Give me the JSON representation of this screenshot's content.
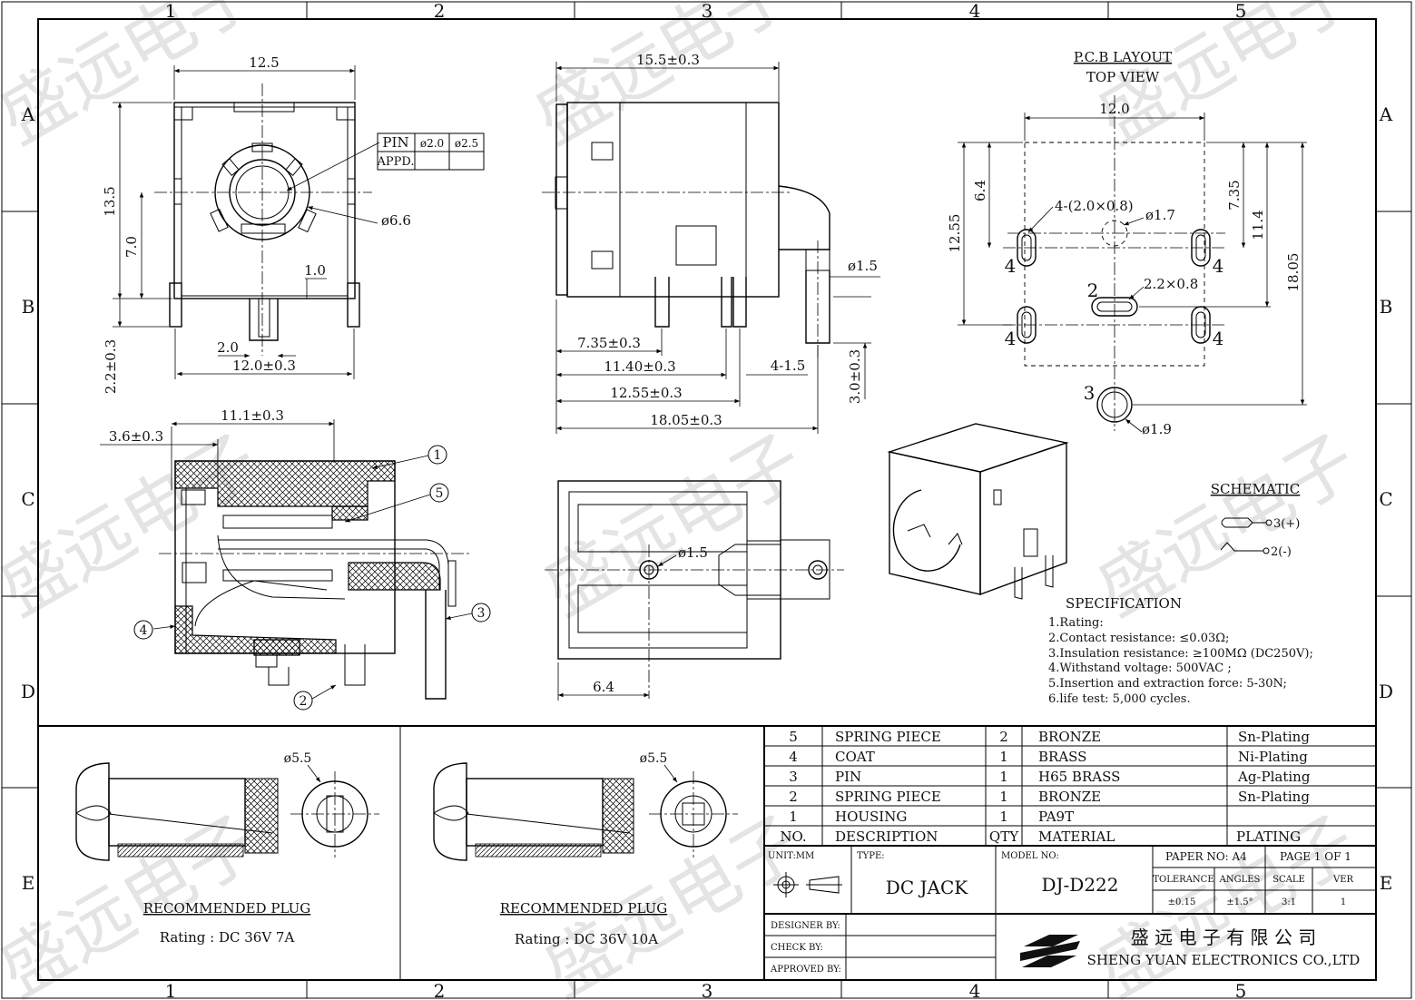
{
  "watermark": "盛远电子",
  "frame": {
    "columns": [
      "1",
      "2",
      "3",
      "4",
      "5"
    ],
    "rows": [
      "A",
      "B",
      "C",
      "D",
      "E"
    ]
  },
  "front_view": {
    "width": "12.5",
    "height": "13.5",
    "center_height": "7.0",
    "pin_offset": "1.0",
    "pin_width": "2.0",
    "pin_pitch": "12.0±0.3",
    "pin_length": "2.2±0.3",
    "diameter": "ø6.6"
  },
  "pin_table": {
    "row1": [
      "PIN",
      "ø2.0",
      "ø2.5"
    ],
    "row2": [
      "APPD.",
      "",
      ""
    ]
  },
  "side_view": {
    "top_length": "15.5±0.3",
    "pin_dia": "ø1.5",
    "dims": [
      "7.35±0.3",
      "11.40±0.3",
      "12.55±0.3",
      "18.05±0.3"
    ],
    "pin_gap": "4-1.5",
    "pin_height": "3.0±0.3"
  },
  "pcb_layout": {
    "title": "P.C.B LAYOUT",
    "subtitle": "TOP VIEW",
    "width": "12.0",
    "dims_left": [
      "12.55",
      "6.4"
    ],
    "dims_right": [
      "7.35",
      "11.4",
      "18.05"
    ],
    "slot_label": "4-(2.0×0.8)",
    "hole_label": "ø1.7",
    "slot2_label": "2.2×0.8",
    "hole3_label": "ø1.9",
    "pin_numbers": [
      "4",
      "4",
      "2",
      "4",
      "4",
      "3"
    ]
  },
  "section_view": {
    "width": "11.1±0.3",
    "offset": "3.6±0.3",
    "callouts": [
      "1",
      "5",
      "3",
      "4",
      "2"
    ]
  },
  "bottom_view": {
    "pin_dia": "ø1.5",
    "offset": "6.4"
  },
  "schematic": {
    "title": "SCHEMATIC",
    "pins": [
      "3(+)",
      "2(-)"
    ]
  },
  "specification": {
    "title": "SPECIFICATION",
    "items": [
      "1.Rating:",
      "2.Contact resistance: ≤0.03Ω;",
      "3.Insulation resistance: ≥100MΩ (DC250V);",
      "4.Withstand voltage: 500VAC ;",
      "5.Insertion and extraction force: 5-30N;",
      "6.life test: 5,000 cycles."
    ]
  },
  "plugs": [
    {
      "diameter": "ø5.5",
      "title": "RECOMMENDED  PLUG",
      "rating": "Rating : DC 36V 7A"
    },
    {
      "diameter": "ø5.5",
      "title": "RECOMMENDED  PLUG",
      "rating": "Rating : DC 36V 10A"
    }
  ],
  "bom": {
    "rows": [
      {
        "no": "5",
        "desc": "SPRING PIECE",
        "qty": "2",
        "material": "BRONZE",
        "plating": "Sn-Plating"
      },
      {
        "no": "4",
        "desc": "COAT",
        "qty": "1",
        "material": "BRASS",
        "plating": "Ni-Plating"
      },
      {
        "no": "3",
        "desc": "PIN",
        "qty": "1",
        "material": "H65 BRASS",
        "plating": "Ag-Plating"
      },
      {
        "no": "2",
        "desc": "SPRING PIECE",
        "qty": "1",
        "material": "BRONZE",
        "plating": "Sn-Plating"
      },
      {
        "no": "1",
        "desc": "HOUSING",
        "qty": "1",
        "material": "PA9T",
        "plating": ""
      }
    ],
    "header": {
      "no": "NO.",
      "desc": "DESCRIPTION",
      "qty": "QTY",
      "material": "MATERIAL",
      "plating": "PLATING"
    }
  },
  "title_block": {
    "unit": "UNIT:MM",
    "type_label": "TYPE:",
    "type_value": "DC  JACK",
    "model_label": "MODEL NO:",
    "model_value": "DJ-D222",
    "paper": "PAPER NO: A4",
    "page": "PAGE 1 OF 1",
    "tolerance_label": "TOLERANCE",
    "angles_label": "ANGLES",
    "scale_label": "SCALE",
    "ver_label": "VER",
    "tolerance_value": "±0.15",
    "angles_value": "±1.5°",
    "scale_value": "3:1",
    "ver_value": "1",
    "designer": "DESIGNER BY:",
    "check": "CHECK   BY:",
    "approved": "APPROVED BY:",
    "company_cn": "盛 远 电 子 有 限 公 司",
    "company_en": "SHENG YUAN ELECTRONICS CO.,LTD"
  }
}
